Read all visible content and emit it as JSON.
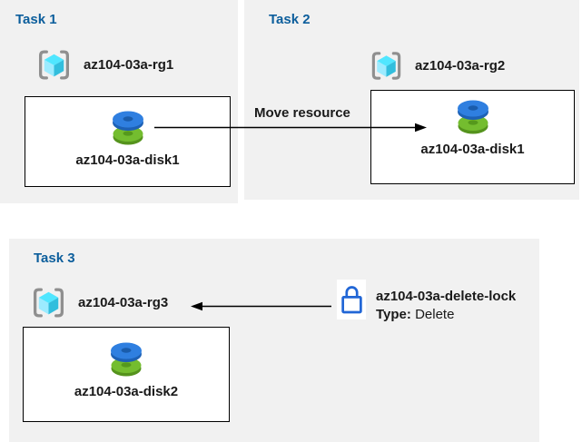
{
  "panels": [
    {
      "title": "Task 1",
      "resource_group": "az104-03a-rg1",
      "resource": "az104-03a-disk1"
    },
    {
      "title": "Task 2",
      "resource_group": "az104-03a-rg2",
      "resource": "az104-03a-disk1"
    },
    {
      "title": "Task 3",
      "resource_group": "az104-03a-rg3",
      "resource": "az104-03a-disk2"
    }
  ],
  "move_arrow": {
    "label": "Move resource"
  },
  "delete_lock": {
    "name": "az104-03a-delete-lock",
    "type_label": "Type:",
    "type_value": "Delete"
  },
  "icons": {
    "resource_group": "azure-resource-group-icon",
    "disk": "azure-disk-icon",
    "lock": "lock-icon"
  },
  "colors": {
    "panel_bg": "#f1f1f1",
    "title_blue": "#0c5e9c",
    "text": "#1a1a1a",
    "arrow": "#000000",
    "lock_blue": "#2166d6",
    "box_border": "#000000",
    "box_bg": "#ffffff",
    "disk_blue": "#2f7fe0",
    "disk_green": "#74bd2f",
    "cube_top": "#50e6ff",
    "cube_left": "#9cebff",
    "cube_right": "#32bedd",
    "bracket_gray": "#8f8f8f"
  }
}
